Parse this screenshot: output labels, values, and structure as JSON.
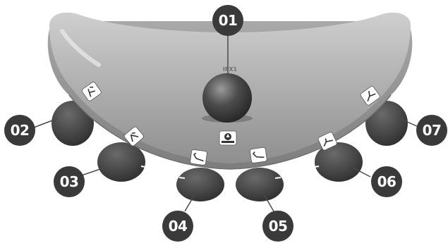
{
  "device": {
    "model_label": "IFX1",
    "controls": [
      {
        "id": "01",
        "kind": "joystick",
        "icon": "joystick-knob-icon"
      },
      {
        "id": "02",
        "kind": "button",
        "icon": "seat-recline-icon"
      },
      {
        "id": "03",
        "kind": "button",
        "icon": "seat-tilt-icon"
      },
      {
        "id": "04",
        "kind": "button",
        "icon": "leg-rest-left-icon"
      },
      {
        "id": "05",
        "kind": "button",
        "icon": "leg-rest-right-icon"
      },
      {
        "id": "06",
        "kind": "button",
        "icon": "seat-elevate-icon"
      },
      {
        "id": "07",
        "kind": "button",
        "icon": "back-tilt-icon"
      }
    ],
    "mode_icon": "drive-mode-icon"
  },
  "callouts": [
    "01",
    "02",
    "03",
    "04",
    "05",
    "06",
    "07"
  ],
  "colors": {
    "housing": "#b4b4b4",
    "housing_shadow": "#8e8e8e",
    "buttons": "#3d3d3d",
    "callout_fill": "#3a3a3a",
    "leader": "#4a4a4a"
  }
}
